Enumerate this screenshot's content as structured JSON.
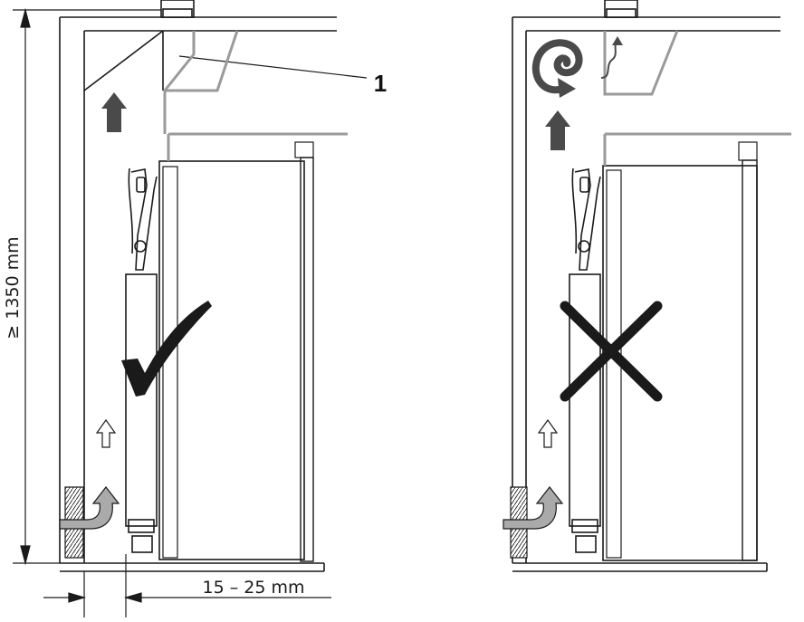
{
  "dimensions": {
    "min_height_label": "≥ 1350 mm",
    "gap_label": "15 – 25 mm"
  },
  "callouts": [
    {
      "id": "1",
      "text": "1"
    }
  ],
  "colors": {
    "line": "#1a1a1a",
    "cover_grey": "#9a9a9a",
    "arrow_dark": "#4a4a4a",
    "arrow_light": "#aaaaaa",
    "mark_dark": "#1a1a1a"
  },
  "panels": [
    {
      "id": "correct",
      "indicator": "check-mark"
    },
    {
      "id": "incorrect",
      "indicator": "cross-mark"
    }
  ]
}
